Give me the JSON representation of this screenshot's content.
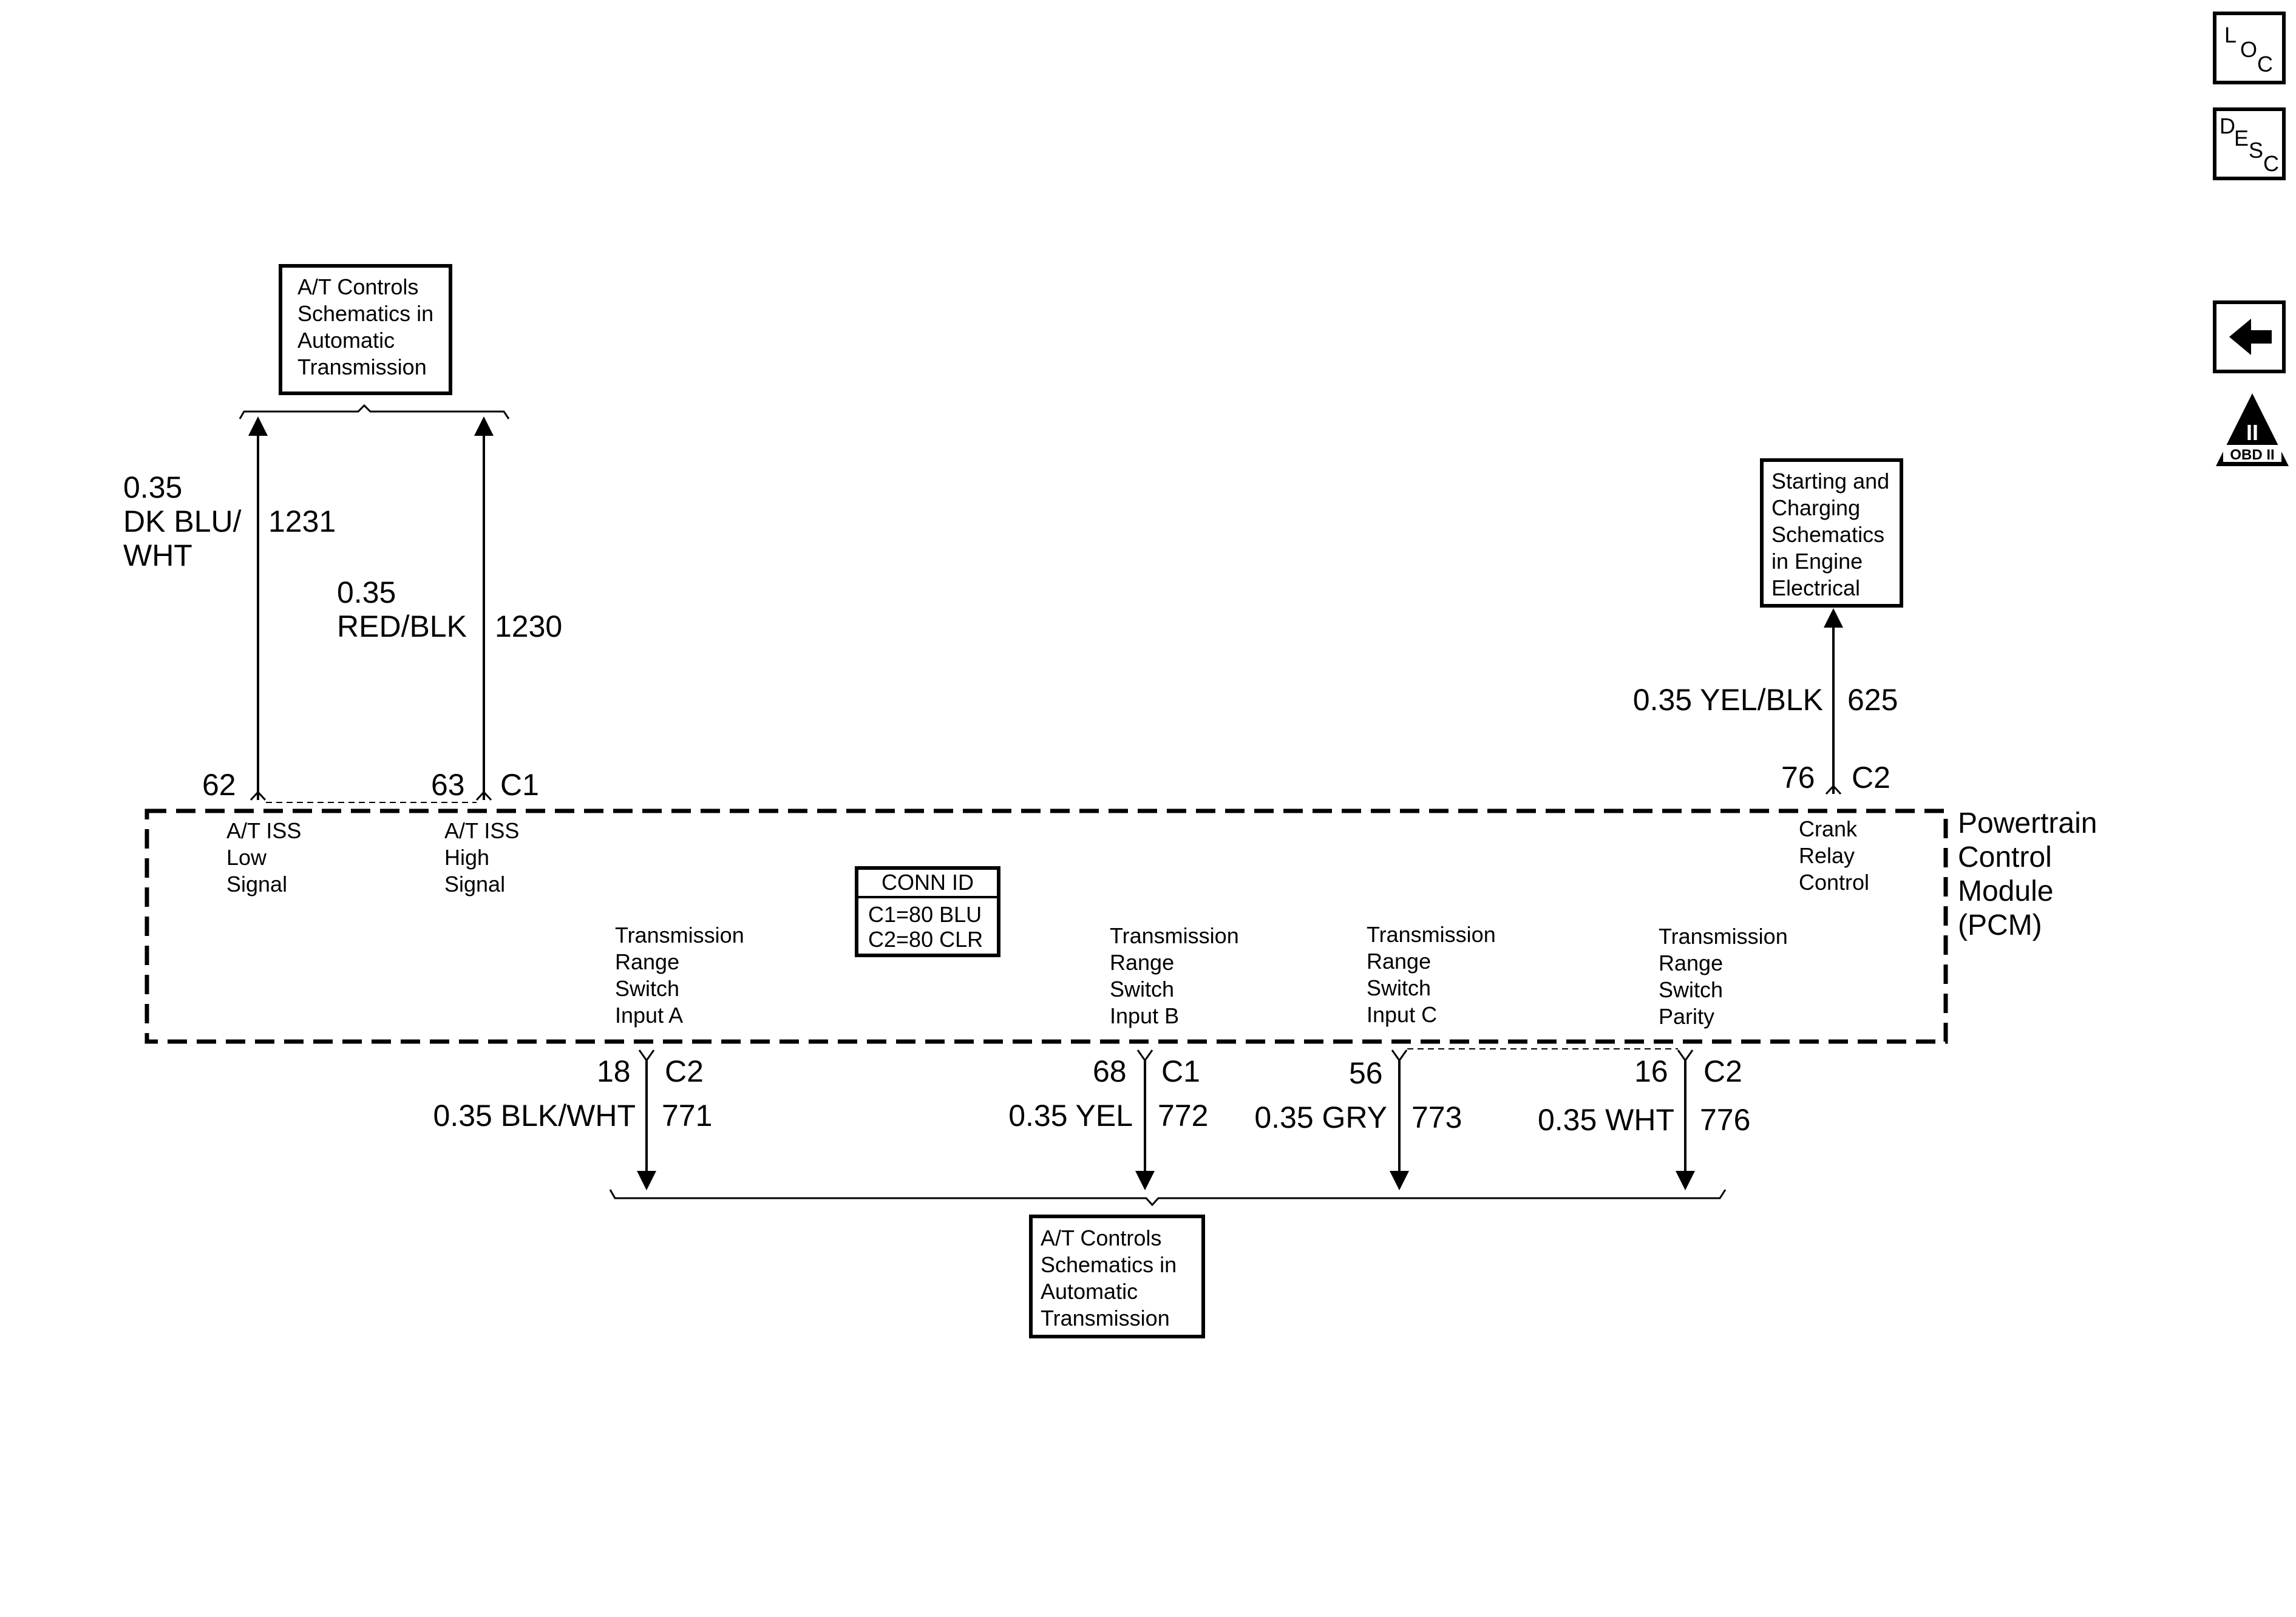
{
  "nav_icons": {
    "loc": {
      "l1": "L",
      "l2": "O",
      "l3": "C"
    },
    "desc": {
      "l1": "D",
      "l2": "E",
      "l3": "S",
      "l4": "C"
    },
    "obd": {
      "numeral": "II",
      "label": "OBD II"
    }
  },
  "ref_boxes": {
    "at_top": [
      "A/T Controls",
      "Schematics in",
      "Automatic",
      "Transmission"
    ],
    "starting": [
      "Starting and",
      "Charging",
      "Schematics",
      "in Engine",
      "Electrical"
    ],
    "at_bottom": [
      "A/T Controls",
      "Schematics in",
      "Automatic",
      "Transmission"
    ]
  },
  "wires": {
    "w1231": {
      "size": "0.35",
      "color_l1": "DK BLU/",
      "color_l2": "WHT",
      "circuit": "1231",
      "pin": "62"
    },
    "w1230": {
      "size": "0.35",
      "color": "RED/BLK",
      "circuit": "1230",
      "pin": "63",
      "connector": "C1"
    },
    "w625": {
      "label": "0.35 YEL/BLK",
      "circuit": "625",
      "pin": "76",
      "connector": "C2"
    },
    "w771": {
      "label": "0.35 BLK/WHT",
      "circuit": "771",
      "pin": "18",
      "connector": "C2"
    },
    "w772": {
      "label": "0.35 YEL",
      "circuit": "772",
      "pin": "68",
      "connector": "C1"
    },
    "w773": {
      "label": "0.35 GRY",
      "circuit": "773",
      "pin": "56"
    },
    "w776": {
      "label": "0.35 WHT",
      "circuit": "776",
      "pin": "16",
      "connector": "C2"
    }
  },
  "pcm": {
    "name": [
      "Powertrain",
      "Control",
      "Module",
      "(PCM)"
    ],
    "conn_id": {
      "title": "CONN ID",
      "c1": "C1=80 BLU",
      "c2": "C2=80 CLR"
    },
    "signals": {
      "iss_low": [
        "A/T ISS",
        "Low",
        "Signal"
      ],
      "iss_high": [
        "A/T ISS",
        "High",
        "Signal"
      ],
      "crank": [
        "Crank",
        "Relay",
        "Control"
      ],
      "trs_a": [
        "Transmission",
        "Range",
        "Switch",
        "Input A"
      ],
      "trs_b": [
        "Transmission",
        "Range",
        "Switch",
        "Input B"
      ],
      "trs_c": [
        "Transmission",
        "Range",
        "Switch",
        "Input C"
      ],
      "trs_parity": [
        "Transmission",
        "Range",
        "Switch",
        "Parity"
      ]
    }
  }
}
